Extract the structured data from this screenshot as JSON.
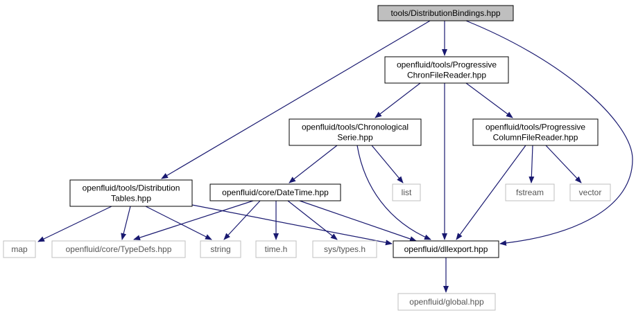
{
  "graph": {
    "colors": {
      "edge": "#191970",
      "root_fill": "#bfbfbf",
      "border_strong": "#000000",
      "border_external": "#bfbfbf",
      "text_external": "#555555"
    },
    "nodes": [
      {
        "id": "root",
        "lines": [
          "tools/DistributionBindings.hpp"
        ],
        "kind": "root"
      },
      {
        "id": "pcfr",
        "lines": [
          "openfluid/tools/Progressive",
          "ChronFileReader.hpp"
        ],
        "kind": "internal"
      },
      {
        "id": "cs",
        "lines": [
          "openfluid/tools/Chronological",
          "Serie.hpp"
        ],
        "kind": "internal"
      },
      {
        "id": "pcolfr",
        "lines": [
          "openfluid/tools/Progressive",
          "ColumnFileReader.hpp"
        ],
        "kind": "internal"
      },
      {
        "id": "dt",
        "lines": [
          "openfluid/tools/Distribution",
          "Tables.hpp"
        ],
        "kind": "internal"
      },
      {
        "id": "datetime",
        "lines": [
          "openfluid/core/DateTime.hpp"
        ],
        "kind": "internal"
      },
      {
        "id": "list",
        "lines": [
          "list"
        ],
        "kind": "external"
      },
      {
        "id": "fstream",
        "lines": [
          "fstream"
        ],
        "kind": "external"
      },
      {
        "id": "vector",
        "lines": [
          "vector"
        ],
        "kind": "external"
      },
      {
        "id": "map",
        "lines": [
          "map"
        ],
        "kind": "external"
      },
      {
        "id": "typedefs",
        "lines": [
          "openfluid/core/TypeDefs.hpp"
        ],
        "kind": "external"
      },
      {
        "id": "string",
        "lines": [
          "string"
        ],
        "kind": "external"
      },
      {
        "id": "timeh",
        "lines": [
          "time.h"
        ],
        "kind": "external"
      },
      {
        "id": "systypes",
        "lines": [
          "sys/types.h"
        ],
        "kind": "external"
      },
      {
        "id": "dllexport",
        "lines": [
          "openfluid/dllexport.hpp"
        ],
        "kind": "internal"
      },
      {
        "id": "global",
        "lines": [
          "openfluid/global.hpp"
        ],
        "kind": "external"
      }
    ],
    "edges": [
      [
        "root",
        "pcfr"
      ],
      [
        "root",
        "dt"
      ],
      [
        "root",
        "dllexport"
      ],
      [
        "pcfr",
        "cs"
      ],
      [
        "pcfr",
        "pcolfr"
      ],
      [
        "pcfr",
        "dllexport"
      ],
      [
        "cs",
        "datetime"
      ],
      [
        "cs",
        "list"
      ],
      [
        "cs",
        "dllexport"
      ],
      [
        "pcolfr",
        "fstream"
      ],
      [
        "pcolfr",
        "vector"
      ],
      [
        "pcolfr",
        "dllexport"
      ],
      [
        "dt",
        "map"
      ],
      [
        "dt",
        "typedefs"
      ],
      [
        "dt",
        "string"
      ],
      [
        "dt",
        "dllexport"
      ],
      [
        "datetime",
        "typedefs"
      ],
      [
        "datetime",
        "string"
      ],
      [
        "datetime",
        "timeh"
      ],
      [
        "datetime",
        "systypes"
      ],
      [
        "datetime",
        "dllexport"
      ],
      [
        "dllexport",
        "global"
      ]
    ]
  }
}
